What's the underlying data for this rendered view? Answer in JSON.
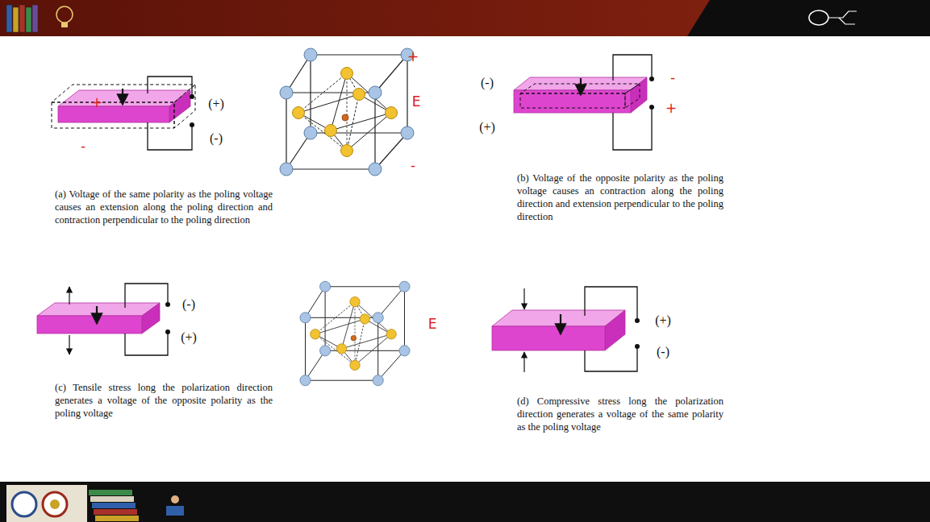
{
  "diagram": {
    "labels": [
      "+",
      "(+)",
      "(-)",
      "-",
      "+",
      "E",
      "-",
      "(-)",
      "(+)",
      "-",
      "+",
      "(a) Voltage of the same polarity as the poling voltage causes an extension along the poling direction and contraction perpendicular to the poling direction",
      "(b) Voltage of the opposite polarity as the poling voltage causes an contraction along the poling direction and extension perpendicular to the poling direction",
      "(-)",
      "(+)",
      "E",
      "(+)",
      "(-)",
      "(c) Tensile stress long the polarization direction generates a voltage of the opposite polarity as the poling voltage",
      "(d) Compressive stress long the polarization direction generates a voltage of the same polarity as the poling voltage"
    ]
  }
}
